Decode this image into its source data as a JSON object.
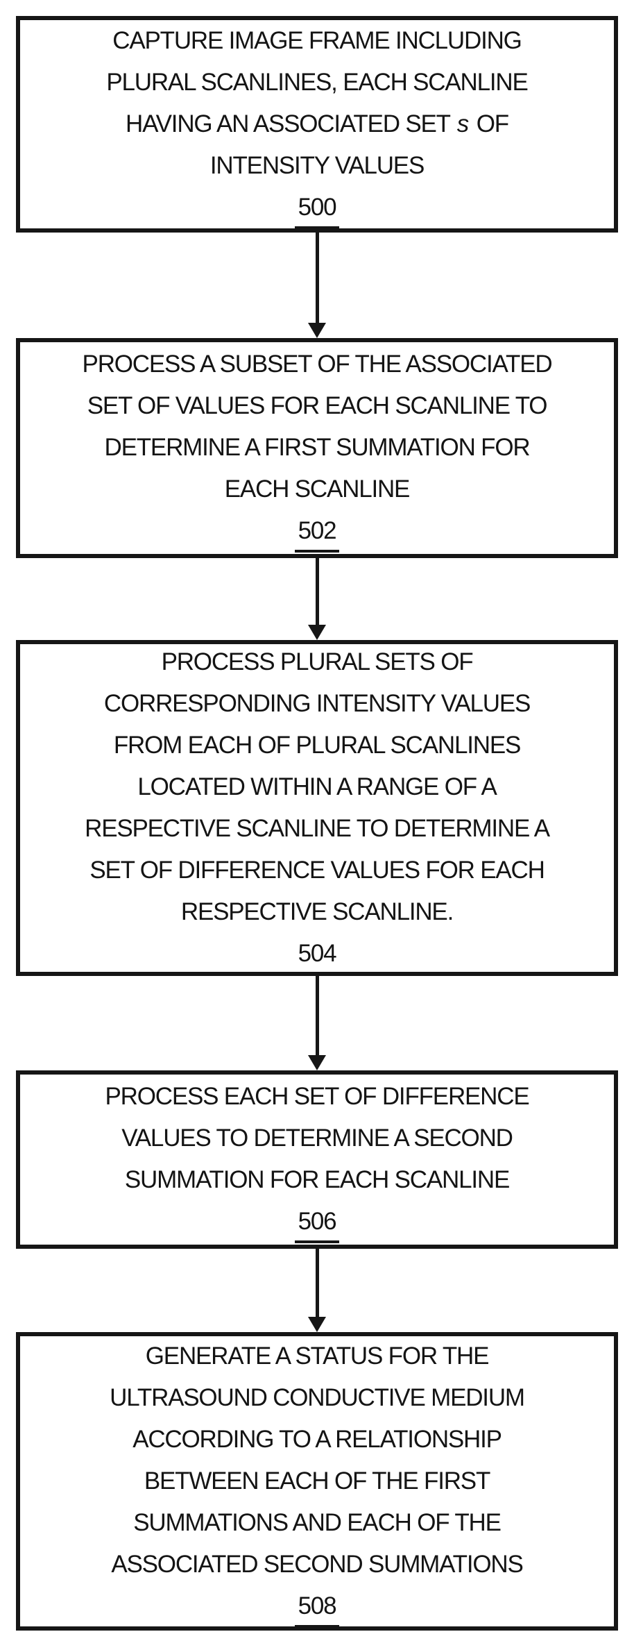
{
  "flow": {
    "background_color": "#ffffff",
    "ink_color": "#161616",
    "connector_style": "down-arrow",
    "steps": [
      {
        "ref": "500",
        "lines": [
          "CAPTURE IMAGE FRAME INCLUDING",
          "PLURAL SCANLINES, EACH SCANLINE",
          {
            "pre": "HAVING AN ASSOCIATED SET ",
            "italic": "s",
            "post": " OF"
          },
          "INTENSITY VALUES"
        ]
      },
      {
        "ref": "502",
        "lines": [
          "PROCESS A SUBSET OF THE ASSOCIATED",
          "SET OF VALUES FOR EACH SCANLINE TO",
          "DETERMINE A FIRST SUMMATION FOR",
          "EACH SCANLINE"
        ]
      },
      {
        "ref": "504",
        "lines": [
          "PROCESS PLURAL SETS OF",
          "CORRESPONDING INTENSITY VALUES",
          "FROM EACH OF PLURAL SCANLINES",
          "LOCATED WITHIN A RANGE OF A",
          "RESPECTIVE SCANLINE TO DETERMINE A",
          "SET OF DIFFERENCE VALUES FOR EACH",
          "RESPECTIVE SCANLINE."
        ]
      },
      {
        "ref": "506",
        "lines": [
          "PROCESS EACH SET OF DIFFERENCE",
          "VALUES TO DETERMINE A SECOND",
          "SUMMATION FOR EACH SCANLINE"
        ]
      },
      {
        "ref": "508",
        "lines": [
          "GENERATE A STATUS FOR THE",
          "ULTRASOUND CONDUCTIVE MEDIUM",
          "ACCORDING TO A RELATIONSHIP",
          "BETWEEN EACH OF THE FIRST",
          "SUMMATIONS AND EACH OF THE",
          "ASSOCIATED SECOND SUMMATIONS"
        ]
      }
    ]
  }
}
